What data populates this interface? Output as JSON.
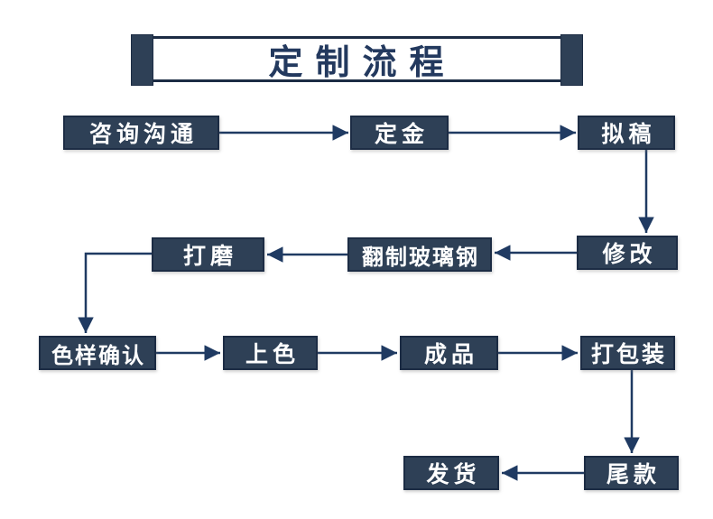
{
  "title": {
    "text": "定制流程"
  },
  "colors": {
    "box_fill": "#2e4056",
    "box_border": "#1c2c44",
    "line": "#1f3a62",
    "title_text": "#23395e",
    "box_text": "#ffffff",
    "background": "#ffffff"
  },
  "nodes": [
    {
      "id": "consult",
      "label": "咨询沟通"
    },
    {
      "id": "deposit",
      "label": "定金"
    },
    {
      "id": "draft",
      "label": "拟稿"
    },
    {
      "id": "modify",
      "label": "修改"
    },
    {
      "id": "fiberglass",
      "label": "翻制玻璃钢"
    },
    {
      "id": "polish",
      "label": "打磨"
    },
    {
      "id": "colorconfirm",
      "label": "色样确认"
    },
    {
      "id": "coloring",
      "label": "上色"
    },
    {
      "id": "finished",
      "label": "成品"
    },
    {
      "id": "packaging",
      "label": "打包装"
    },
    {
      "id": "balance",
      "label": "尾款"
    },
    {
      "id": "shipping",
      "label": "发货"
    }
  ],
  "edges": [
    {
      "from": "咨询沟通",
      "to": "定金"
    },
    {
      "from": "定金",
      "to": "拟稿"
    },
    {
      "from": "拟稿",
      "to": "修改"
    },
    {
      "from": "修改",
      "to": "翻制玻璃钢"
    },
    {
      "from": "翻制玻璃钢",
      "to": "打磨"
    },
    {
      "from": "打磨",
      "to": "色样确认"
    },
    {
      "from": "色样确认",
      "to": "上色"
    },
    {
      "from": "上色",
      "to": "成品"
    },
    {
      "from": "成品",
      "to": "打包装"
    },
    {
      "from": "打包装",
      "to": "尾款"
    },
    {
      "from": "尾款",
      "to": "发货"
    }
  ]
}
